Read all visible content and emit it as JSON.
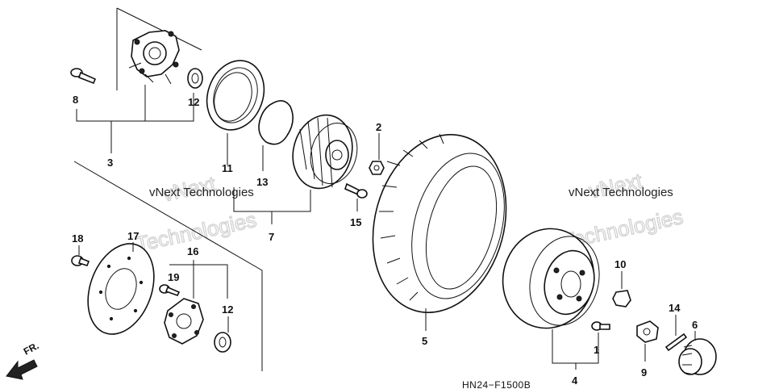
{
  "diagram_code": "HN24−F1500B",
  "direction_label": "FR.",
  "watermarks": [
    {
      "text": "vNext Technologies"
    },
    {
      "text": "vNext Technologies"
    }
  ],
  "ghost_watermarks": [
    {
      "text": "vNext"
    },
    {
      "text": "Technologies"
    },
    {
      "text": "vNext"
    },
    {
      "text": "Technologies"
    }
  ],
  "callouts": [
    {
      "id": "c1",
      "label": "1"
    },
    {
      "id": "c2",
      "label": "2"
    },
    {
      "id": "c3",
      "label": "3"
    },
    {
      "id": "c4",
      "label": "4"
    },
    {
      "id": "c5",
      "label": "5"
    },
    {
      "id": "c6",
      "label": "6"
    },
    {
      "id": "c7",
      "label": "7"
    },
    {
      "id": "c8",
      "label": "8"
    },
    {
      "id": "c9",
      "label": "9"
    },
    {
      "id": "c10",
      "label": "10"
    },
    {
      "id": "c11",
      "label": "11"
    },
    {
      "id": "c12a",
      "label": "12"
    },
    {
      "id": "c12b",
      "label": "12"
    },
    {
      "id": "c13",
      "label": "13"
    },
    {
      "id": "c14",
      "label": "14"
    },
    {
      "id": "c15",
      "label": "15"
    },
    {
      "id": "c16",
      "label": "16"
    },
    {
      "id": "c17",
      "label": "17"
    },
    {
      "id": "c18",
      "label": "18"
    },
    {
      "id": "c19",
      "label": "19"
    }
  ]
}
